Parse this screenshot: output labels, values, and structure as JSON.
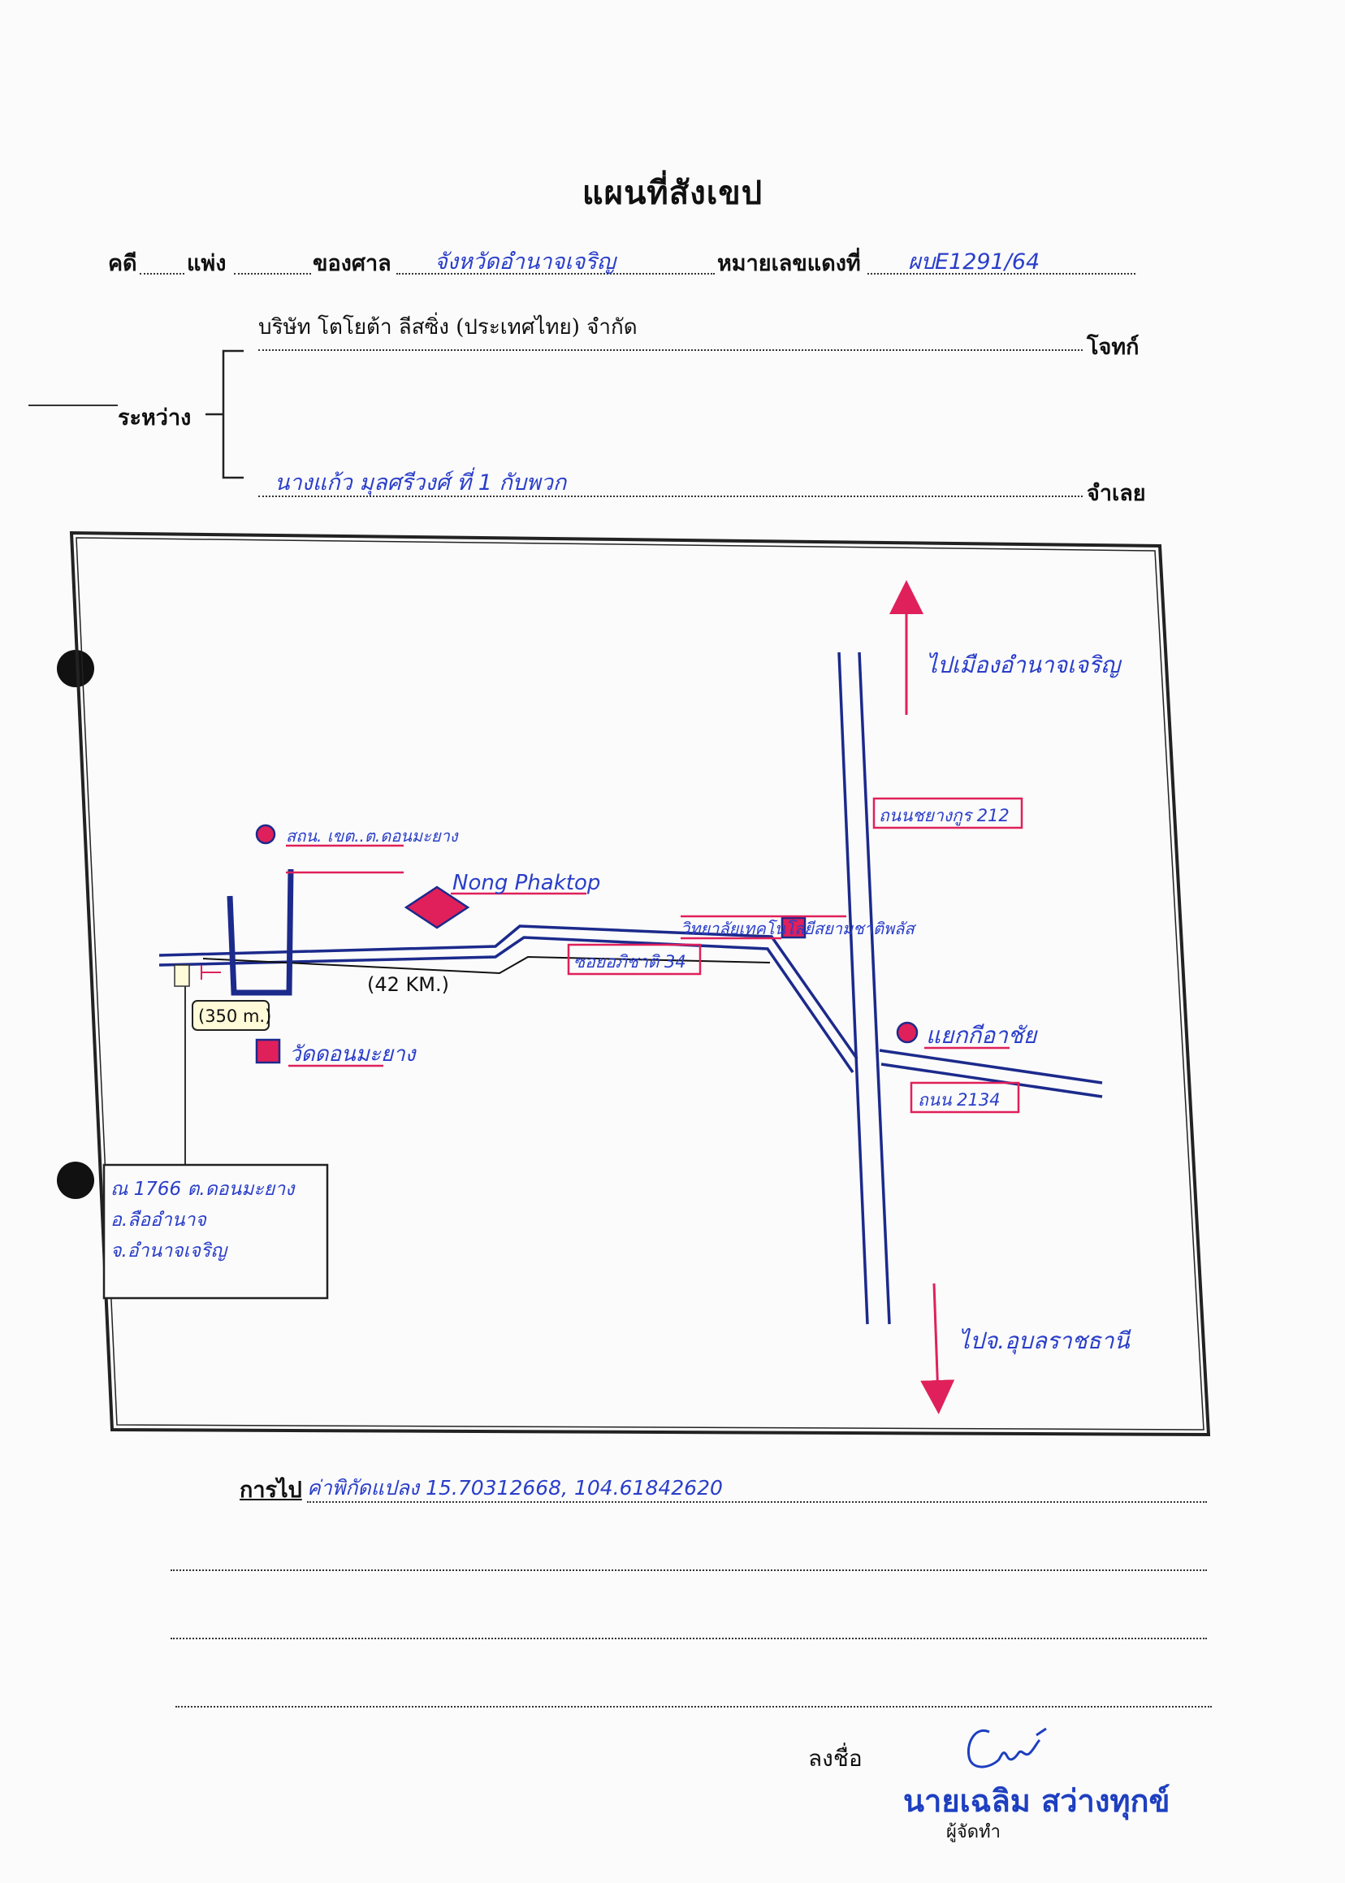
{
  "document": {
    "title": "แผนที่สังเขป",
    "case_label": "คดี",
    "case_type_label": "แพ่ง",
    "court_label": "ของศาล",
    "court_value": "จังหวัดอำนาจเจริญ",
    "red_number_label": "หมายเลขแดงที่",
    "red_number_value": "ผบE1291/64",
    "between_label": "ระหว่าง",
    "plaintiff_value": "บริษัท โตโยต้า ลีสซิ่ง (ประเทศไทย) จำกัด",
    "plaintiff_label": "โจทก์",
    "defendant_value": "นางแก้ว มุลศรีวงศ์ ที่ 1 กับพวก",
    "defendant_label": "จำเลย"
  },
  "map": {
    "to_amnat": "ไปเมืองอำนาจเจริญ",
    "to_ubon": "ไปจ.อุบลราชธานี",
    "road_212": "ถนนชยางกูร 212",
    "road_2134": "ถนน 2134",
    "soi_label": "ซอยอภิชาติ 34",
    "junction": "แยกกีอาชัย",
    "college": "วิทยาลัยเทคโนโลยีสยามชาติพลัส",
    "health_center": "สถน. เขต..ต.ดอนมะยาง",
    "nong_phaktop": "Nong Phaktop",
    "distance_main": "(42 KM.)",
    "distance_short": "(350 m.)",
    "temple": "วัดดอนมะยาง",
    "address_box": "ณ 1766 ต.ดอนมะยาง อ.ลืออำนาจ จ.อำนาจเจริญ",
    "colors": {
      "road": "#1c2a8c",
      "marker": "#e0205a",
      "annotation": "#2a3ec9",
      "frame": "#222222"
    }
  },
  "footer": {
    "route_label": "การไป",
    "route_value": "ค่าพิกัดแปลง 15.70312668, 104.61842620",
    "sign_label": "ลงชื่อ",
    "signer_name": "นายเฉลิม สว่างทุกข์",
    "signer_role": "ผู้จัดทำ"
  }
}
